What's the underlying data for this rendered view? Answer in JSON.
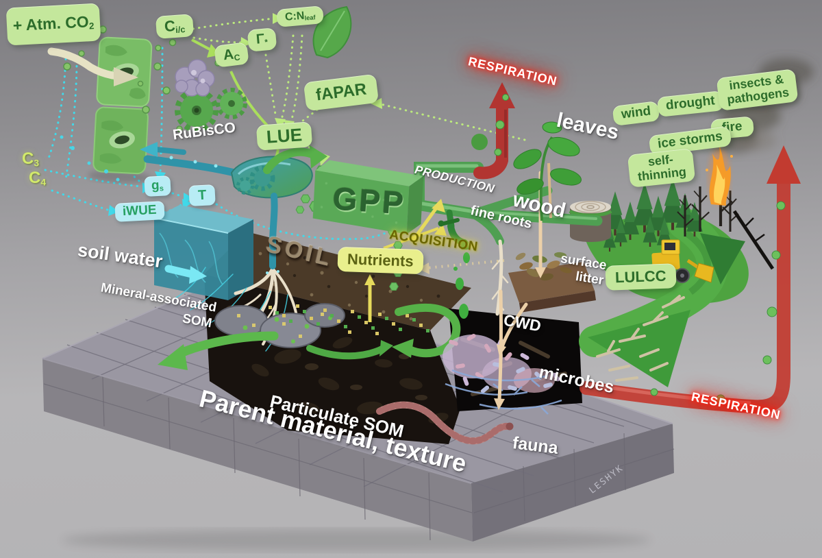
{
  "nodes": {
    "atm_co2": {
      "main": "+ Atm. CO",
      "sub": "2"
    },
    "c_ic": {
      "main": "C",
      "sub": "i/c"
    },
    "a_c": {
      "main": "A",
      "sub": "C"
    },
    "gamma_star": {
      "main": "Γ",
      "sub": "*"
    },
    "c_n_leaf": {
      "main": "C:N",
      "sub": "leaf"
    },
    "fapar": {
      "label": "fAPAR"
    },
    "lue": {
      "label": "LUE"
    },
    "gs": {
      "main": "g",
      "sub": "s"
    },
    "t": {
      "label": "T"
    },
    "iwue": {
      "label": "iWUE"
    },
    "c3": {
      "main": "C",
      "sub": "3"
    },
    "c4": {
      "main": "C",
      "sub": "4"
    },
    "nutrients": {
      "label": "Nutrients"
    },
    "lulcc": {
      "label": "LULCC"
    }
  },
  "disturbances": {
    "wind": "wind",
    "drought": "drought",
    "insects_line1": "insects &",
    "insects_line2": "pathogens",
    "fire": "fire",
    "ice_storms": "ice storms",
    "self_thinning_line1": "self-",
    "self_thinning_line2": "thinning"
  },
  "flux": {
    "respiration_canopy": "RESPIRATION",
    "respiration_soil": "RESPIRATION",
    "production": "PRODUCTION",
    "acquisition": "ACQUISITION",
    "gpp": "GPP",
    "rubisco": "RuBisCO"
  },
  "pools": {
    "leaves": "leaves",
    "wood": "wood",
    "fine_roots": "fine roots",
    "soil": "SOIL",
    "soil_water": "soil water",
    "surface_litter_line1": "surface",
    "surface_litter_line2": "litter",
    "cwd": "CWD",
    "mineral_som_line1": "Mineral-associated",
    "mineral_som_line2": "SOM",
    "particulate_som": "Particulate SOM",
    "microbes": "microbes",
    "fauna": "fauna",
    "parent_material": "Parent material, texture"
  },
  "signature": "LESHYK",
  "colors": {
    "chip_green_bg": "#c4e79c",
    "chip_green_text": "#2d6d2b",
    "chip_cyan_bg": "#b8ecf5",
    "chip_cyan_text": "#27a062",
    "chip_yellow_bg": "#e9ef8d",
    "chip_yellow_text": "#5b6214",
    "respiration_glow": "#ff2012",
    "acquisition_text": "#6a6500",
    "dotted_green": "#bcea7e",
    "dotted_cyan": "#41d9e9",
    "pipe_green": "#4f9f52",
    "arrow_red": "#c23b30",
    "water_teal": "#37899c"
  }
}
